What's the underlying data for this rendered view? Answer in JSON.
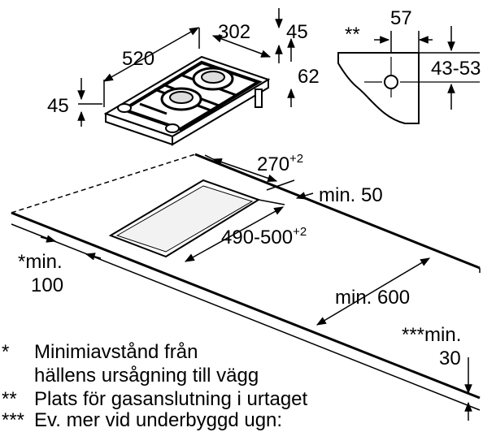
{
  "dimensions": {
    "hob_depth": "520",
    "hob_width": "302",
    "top_height": "45",
    "side_height": "45",
    "body_height": "62",
    "connection_depth": "57",
    "connection_height": "43-53",
    "cutout_depth_base": "270",
    "cutout_depth_tol": "+2",
    "min_rear": "min. 50",
    "cutout_width_base": "490-500",
    "cutout_width_tol": "+2",
    "min_front": "min. 600",
    "min_wall_label": "*min.",
    "min_wall_value": "100",
    "min_under_label": "***min.",
    "min_under_value": "30",
    "connection_marker": "**"
  },
  "footnotes": [
    {
      "mark": "*",
      "text": "Minimiavstånd från",
      "text2": "hällens ursågning till vägg"
    },
    {
      "mark": "**",
      "text": "Plats för gasanslutning i urtaget"
    },
    {
      "mark": "***",
      "text": "Ev. mer vid underbyggd ugn:"
    }
  ]
}
